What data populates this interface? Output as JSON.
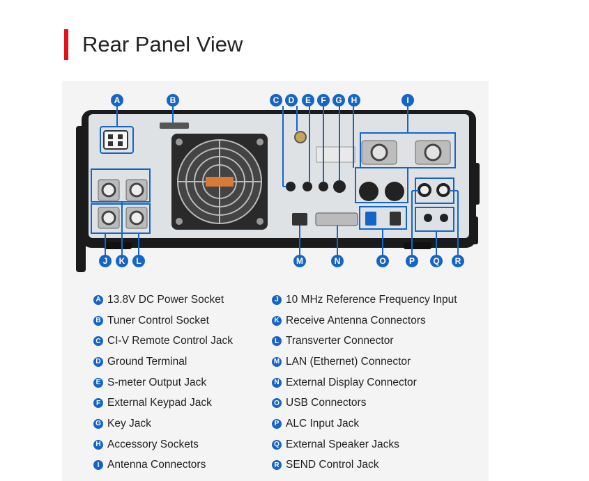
{
  "heading": {
    "title": "Rear Panel View",
    "accent_color": "#e5101a"
  },
  "figure": {
    "callout_color": "#1565c8",
    "callouts_top": [
      "A",
      "B",
      "C",
      "D",
      "E",
      "F",
      "G",
      "H",
      "I"
    ],
    "callouts_bottom": [
      "J",
      "K",
      "L",
      "M",
      "N",
      "O",
      "P",
      "Q",
      "R"
    ]
  },
  "legend": {
    "left": [
      {
        "key": "A",
        "label": "13.8V DC Power Socket"
      },
      {
        "key": "B",
        "label": "Tuner Control Socket"
      },
      {
        "key": "C",
        "label": "CI-V Remote Control Jack"
      },
      {
        "key": "D",
        "label": "Ground Terminal"
      },
      {
        "key": "E",
        "label": "S-meter Output Jack"
      },
      {
        "key": "F",
        "label": "External Keypad Jack"
      },
      {
        "key": "G",
        "label": "Key Jack"
      },
      {
        "key": "H",
        "label": "Accessory Sockets"
      },
      {
        "key": "I",
        "label": "Antenna Connectors"
      }
    ],
    "right": [
      {
        "key": "J",
        "label": "10 MHz Reference Frequency Input"
      },
      {
        "key": "K",
        "label": "Receive Antenna Connectors"
      },
      {
        "key": "L",
        "label": "Transverter Connector"
      },
      {
        "key": "M",
        "label": "LAN (Ethernet) Connector"
      },
      {
        "key": "N",
        "label": "External Display Connector"
      },
      {
        "key": "O",
        "label": "USB Connectors"
      },
      {
        "key": "P",
        "label": "ALC Input Jack"
      },
      {
        "key": "Q",
        "label": "External Speaker Jacks"
      },
      {
        "key": "R",
        "label": "SEND Control Jack"
      }
    ]
  }
}
